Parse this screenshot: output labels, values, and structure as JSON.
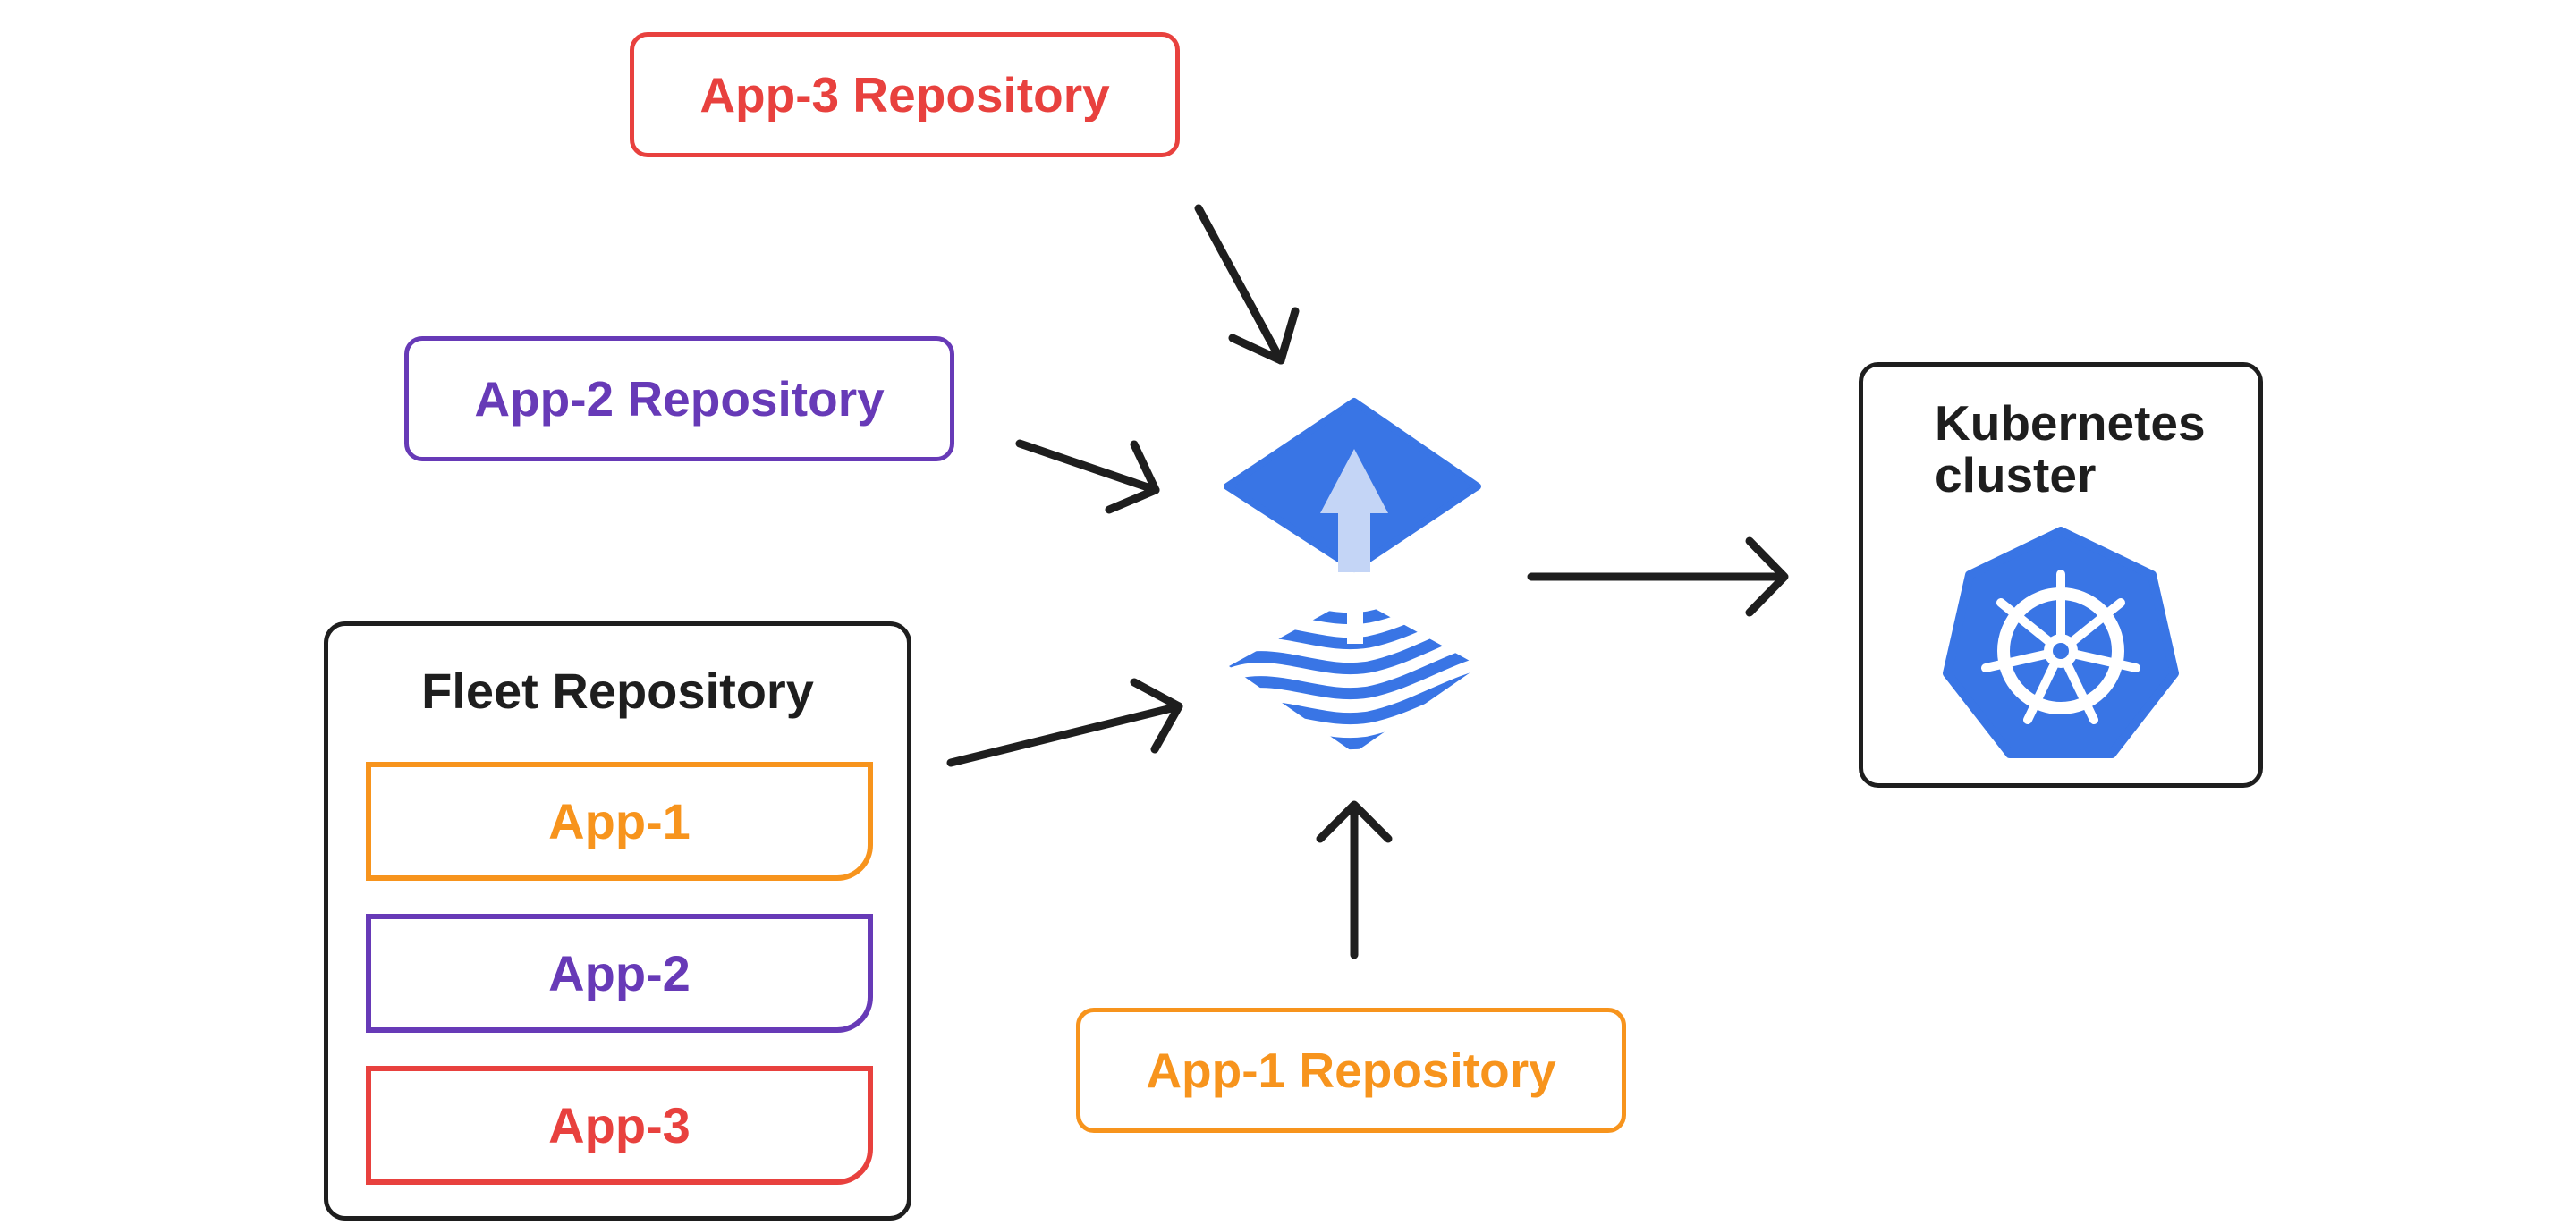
{
  "repos": {
    "app3": "App-3 Repository",
    "app2": "App-2 Repository",
    "app1": "App-1 Repository"
  },
  "fleet": {
    "title": "Fleet Repository",
    "items": [
      "App-1",
      "App-2",
      "App-3"
    ]
  },
  "cluster": {
    "title": "Kubernetes cluster"
  },
  "colors": {
    "app1": "#f7941d",
    "app2": "#673ab7",
    "app3": "#e8413e",
    "fleet_blue": "#3975e5",
    "arrow": "#1e1e1e"
  },
  "icons": [
    "fleet-logo-icon",
    "kubernetes-helm-icon"
  ]
}
